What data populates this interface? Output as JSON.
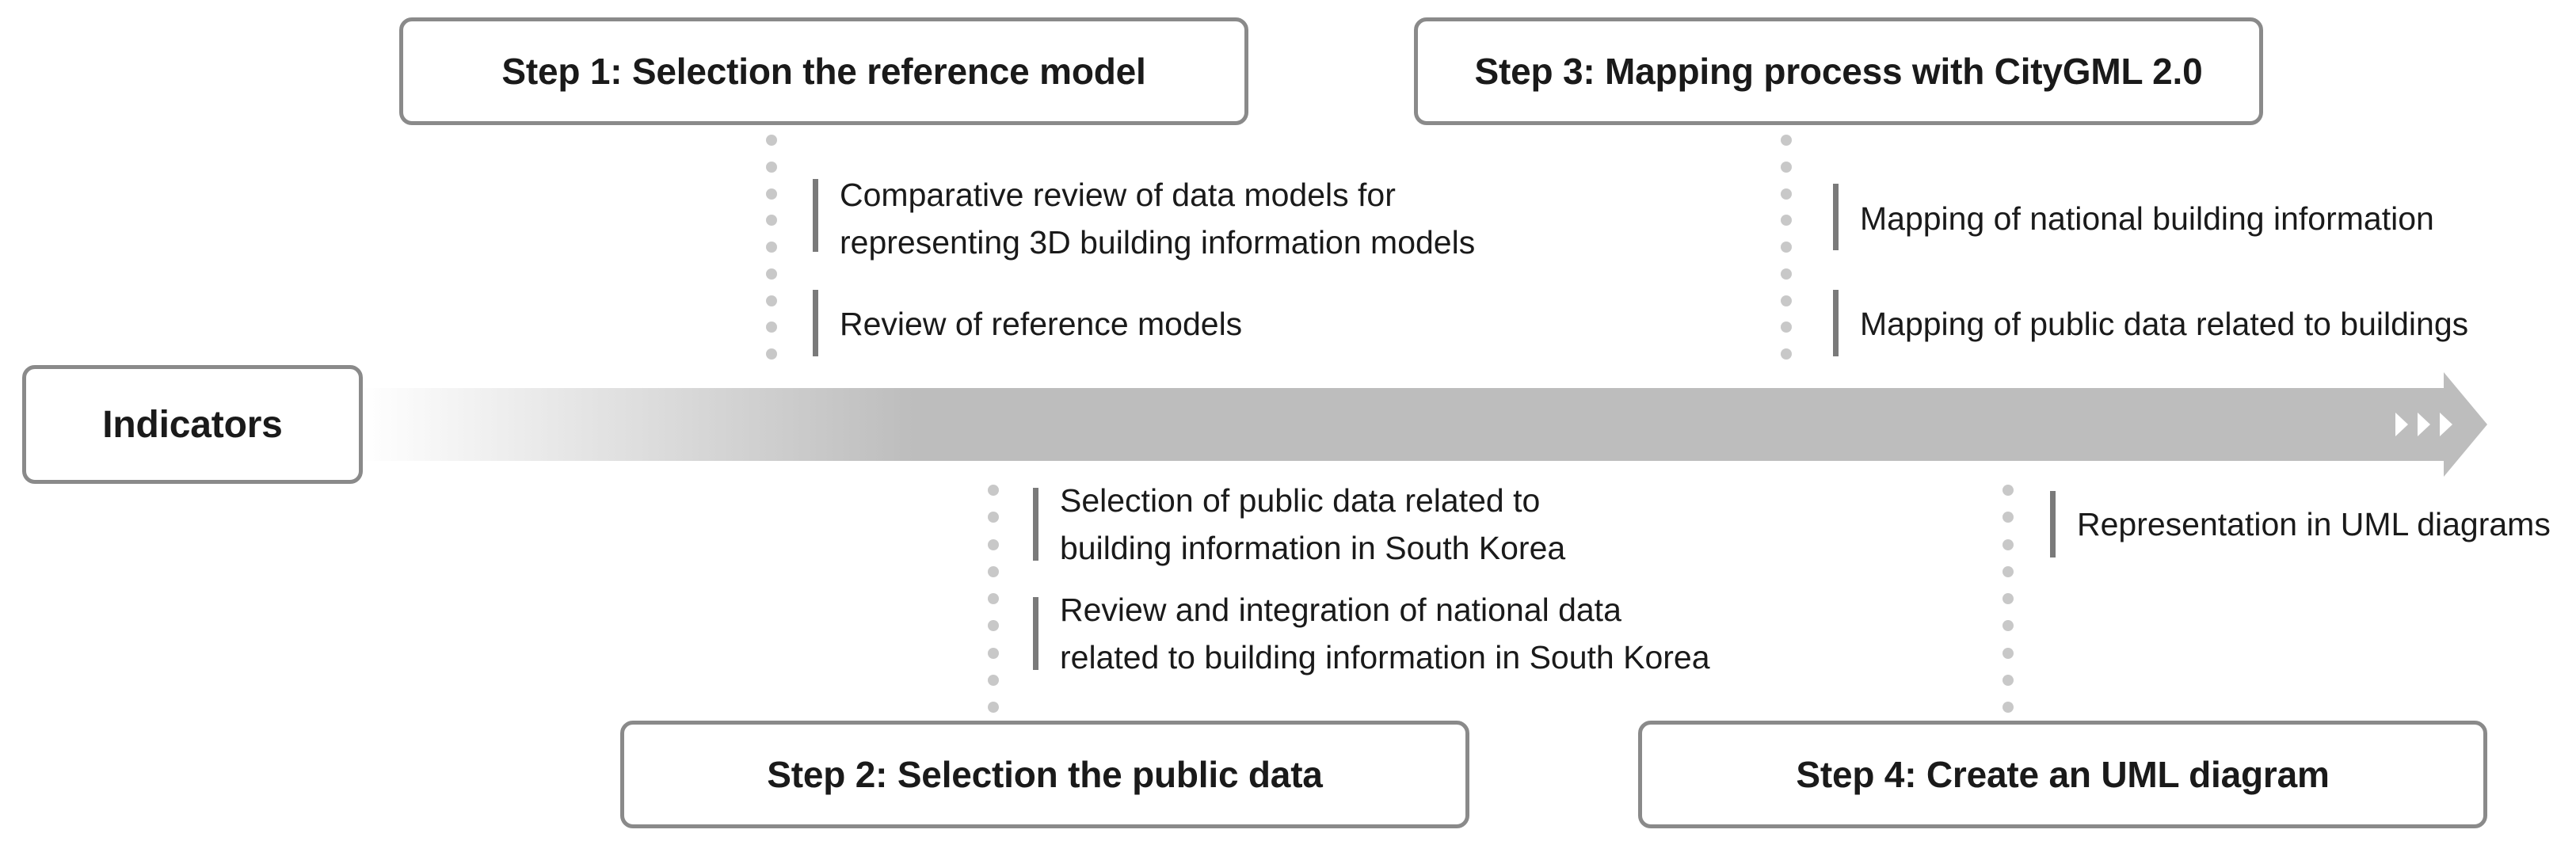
{
  "indicators": {
    "label": "Indicators"
  },
  "steps": [
    {
      "title": "Step 1: Selection the reference model",
      "items": [
        "Comparative review of data models for\nrepresenting 3D building information models",
        "Review of reference models"
      ]
    },
    {
      "title": "Step 2: Selection the public data",
      "items": [
        "Selection of public data related to\nbuilding information in South Korea",
        "Review and integration of national data\nrelated to building information in South Korea"
      ]
    },
    {
      "title": "Step 3: Mapping process with CityGML 2.0",
      "items": [
        "Mapping of national building information",
        "Mapping of public data related to buildings"
      ]
    },
    {
      "title": "Step 4: Create an UML diagram",
      "items": [
        "Representation in UML diagrams"
      ]
    }
  ],
  "colors": {
    "arrow": "#bdbdbd",
    "border": "#8a8a8a",
    "dots": "#c8c8c8",
    "bar": "#7a7a7a"
  }
}
